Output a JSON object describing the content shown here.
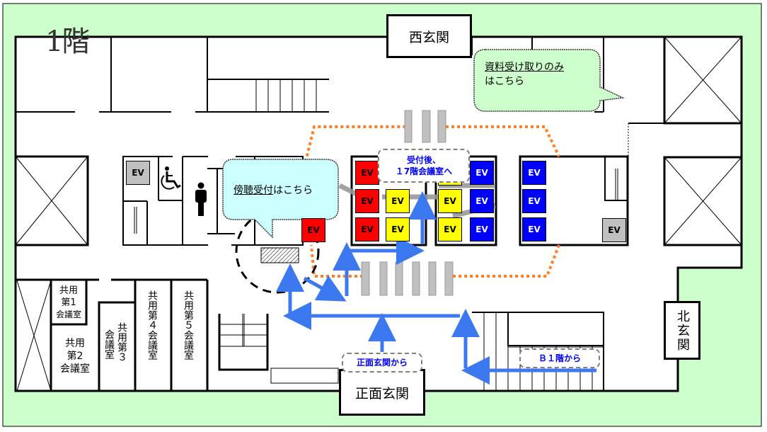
{
  "floor": {
    "title": "1階"
  },
  "colors": {
    "background_green": "#ccffcc",
    "route_blue": "#3c78f0",
    "boundary_orange": "#ff7f27",
    "ev_red": "#ff0000",
    "ev_yellow": "#ffff00",
    "ev_blue": "#0000ff",
    "ev_gray": "#c0c0c0",
    "bubble_cyan": "#ccffff",
    "bubble_green": "#ccffcc",
    "label_blue": "#0000ff"
  },
  "entrances": {
    "west": "西玄関",
    "front": "正面玄関",
    "north": "北玄関"
  },
  "rooms": {
    "meeting1": [
      "共用",
      "第1",
      "会議室"
    ],
    "meeting2": [
      "共用",
      "第2",
      "会議室"
    ],
    "meeting3_col1": "共用第３",
    "meeting3_col2": "会議室",
    "meeting4": "共用第４会議室",
    "meeting5": "共用第５会議室"
  },
  "elevators": {
    "label": "EV",
    "red_bank": [
      "EV",
      "EV",
      "EV",
      "EV"
    ],
    "yellow_bank": [
      "EV",
      "EV",
      "EV",
      "EV",
      "EV"
    ],
    "blue_bank": [
      "EV",
      "EV",
      "EV",
      "EV",
      "EV",
      "EV"
    ],
    "gray": [
      "EV",
      "EV"
    ]
  },
  "callouts": {
    "hearing_reception": {
      "underlined": "傍聴受付",
      "rest": "はこちら"
    },
    "materials_only": {
      "underlined": "資料受け取りのみ",
      "line2": "はこちら"
    },
    "after_reception": {
      "line1": "受付後、",
      "line2": "１7階会議室へ"
    }
  },
  "tags": {
    "from_front": "正面玄関から",
    "from_b1": "Ｂ１階から"
  },
  "icons": [
    "wheelchair-icon",
    "person-restroom-icon",
    "void-cross-icon",
    "stairs-icon"
  ]
}
